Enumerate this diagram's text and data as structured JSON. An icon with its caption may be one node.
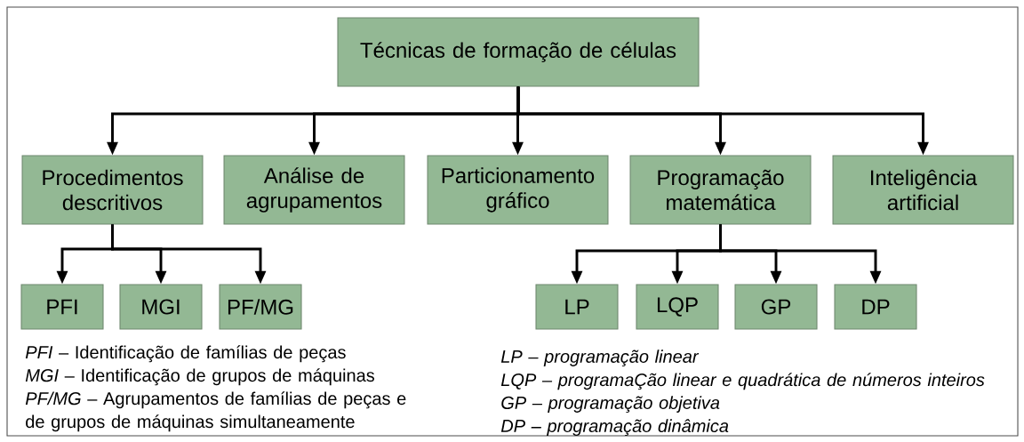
{
  "diagram": {
    "nodes": [
      {
        "text": [
          "Técnicas de formação de células"
        ]
      },
      {
        "text": [
          "Procedimentos descritivos"
        ]
      },
      {
        "text": [
          "Análise de agrupamentos"
        ]
      },
      {
        "text": [
          "Particionamento gráfico"
        ]
      },
      {
        "text": [
          "Programação matemática"
        ]
      },
      {
        "text": [
          "Inteligência artificial"
        ]
      },
      {
        "text": [
          "PFI"
        ]
      },
      {
        "text": [
          "MGI"
        ]
      },
      {
        "text": [
          "PF/MG"
        ]
      },
      {
        "text": [
          "LP"
        ]
      },
      {
        "text": [
          "LQP"
        ]
      },
      {
        "text": [
          "GP"
        ]
      },
      {
        "text": [
          "DP"
        ]
      }
    ],
    "edges": [
      {
        "from": 0,
        "to": 1,
        "arrow": "to"
      },
      {
        "from": 0,
        "to": 2,
        "arrow": "to"
      },
      {
        "from": 0,
        "to": 3,
        "arrow": "to"
      },
      {
        "from": 0,
        "to": 4,
        "arrow": "to"
      },
      {
        "from": 0,
        "to": 5,
        "arrow": "to"
      },
      {
        "from": 1,
        "to": 6,
        "arrow": "to"
      },
      {
        "from": 1,
        "to": 7,
        "arrow": "to"
      },
      {
        "from": 1,
        "to": 8,
        "arrow": "to"
      },
      {
        "from": 4,
        "to": 9,
        "arrow": "to"
      },
      {
        "from": 4,
        "to": 10,
        "arrow": "to"
      },
      {
        "from": 4,
        "to": 11,
        "arrow": "to"
      },
      {
        "from": 4,
        "to": 12,
        "arrow": "to"
      }
    ],
    "labels": [
      "*PFI* – Identificação de famílias de peças",
      "*MGI* – Identificação de grupos de máquinas",
      "*PF/MG* – Agrupamentos de famílias de peças e de grupos de máquinas simultaneamente",
      "LP – programação linear",
      "LQP – programaÇão linear e quadrática de números inteiros",
      "GP – programação objetiva",
      "DP – programação dinâmica"
    ]
  }
}
